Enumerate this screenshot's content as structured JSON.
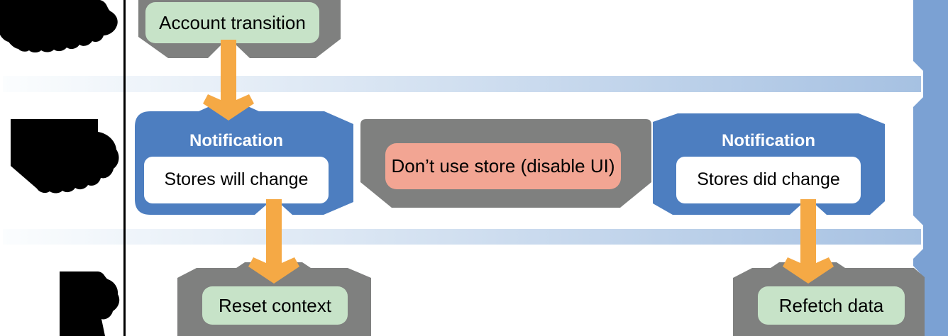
{
  "diagram": {
    "type": "flowchart",
    "colors": {
      "container_gray": "#7f807f",
      "action_green": "#c7e3c8",
      "notification_blue": "#4d7ec0",
      "warning_red": "#f2a593",
      "arrow_orange": "#f5a945",
      "timeline_bar_blue": "#7ba1d3",
      "band_gradient_start": "#fbfdfe",
      "band_gradient_end": "#a6c1e2",
      "panel_white": "#ffffff",
      "redaction_black": "#000000"
    },
    "nodes": {
      "account_transition": {
        "label": "Account transition"
      },
      "notification_will": {
        "title": "Notification",
        "label": "Stores will change"
      },
      "dont_use_store": {
        "label": "Don’t use store (disable UI)"
      },
      "notification_did": {
        "title": "Notification",
        "label": "Stores did change"
      },
      "reset_context": {
        "label": "Reset context"
      },
      "refetch_data": {
        "label": "Refetch data"
      }
    }
  }
}
